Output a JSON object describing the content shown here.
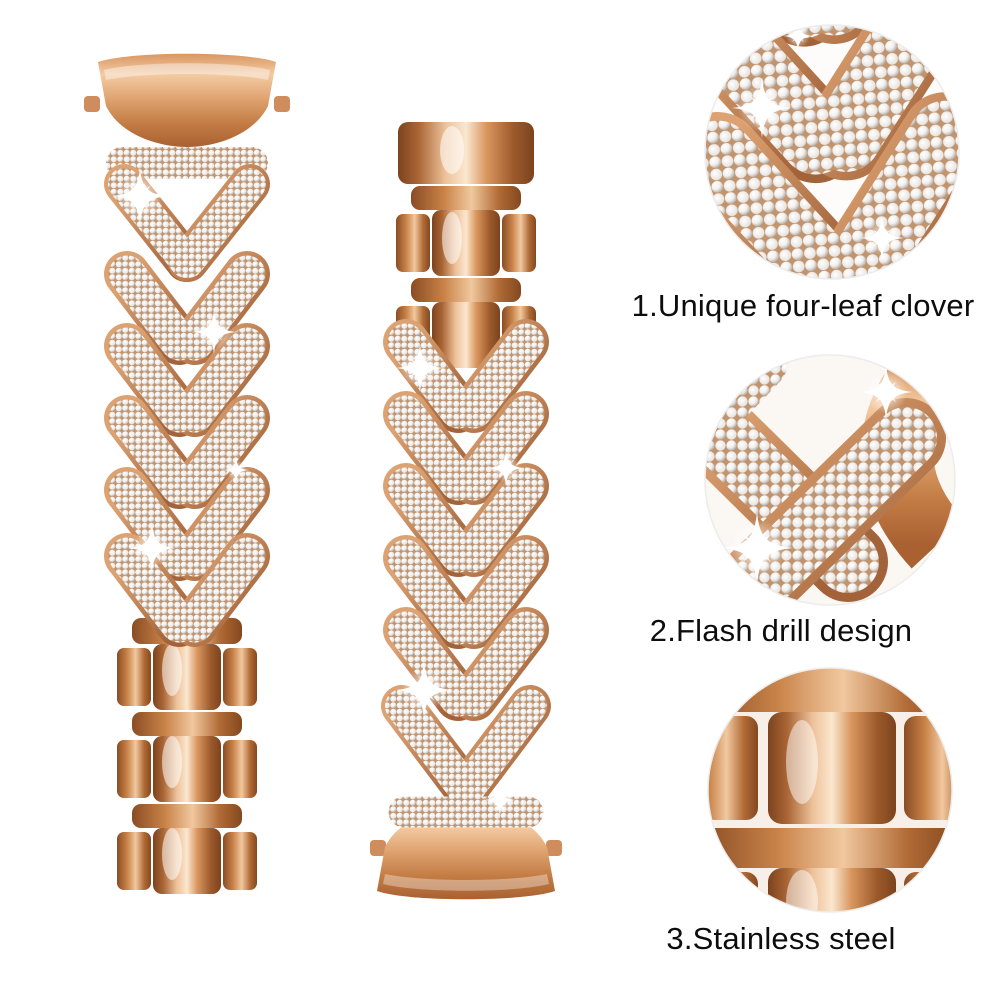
{
  "page": {
    "background": "#ffffff",
    "description": "rose gold rhinestone watch band product photo with three zoom detail circles"
  },
  "features": [
    {
      "label": "1.Unique four-leaf clover"
    },
    {
      "label": "2.Flash drill design"
    },
    {
      "label": "3.Stainless steel"
    }
  ],
  "colors": {
    "rose_gold": "#c97f4e",
    "rose_gold_light": "#f6d3b3",
    "rose_gold_dark": "#7c431e",
    "rhinestone": "#f0eeec",
    "text": "#0d0d0d"
  }
}
